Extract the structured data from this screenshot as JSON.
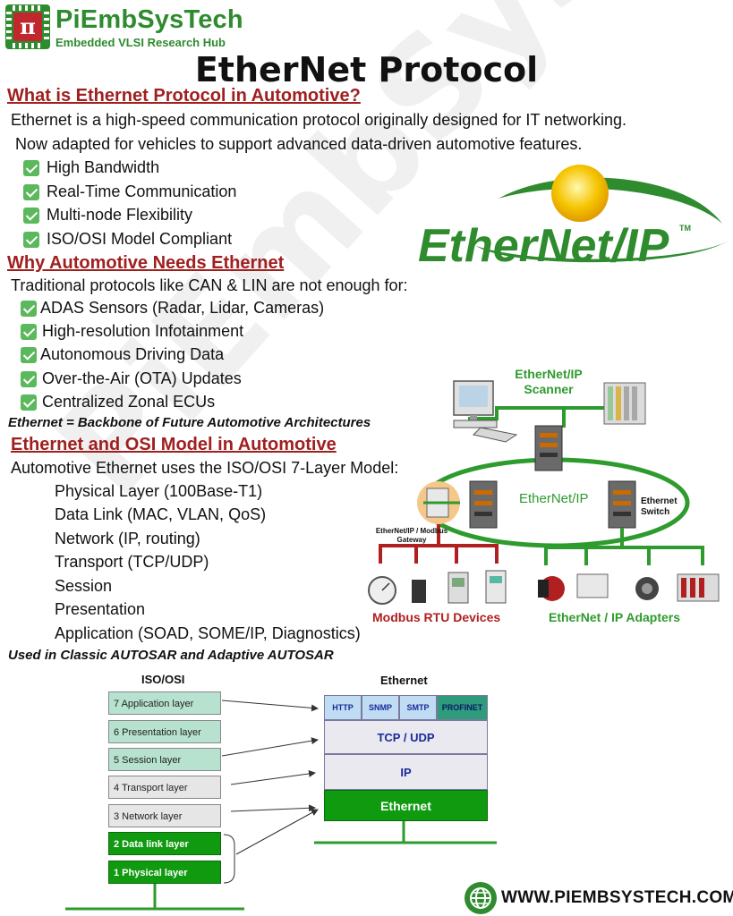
{
  "brand": {
    "name": "PiEmbSysTech",
    "tagline": "Embedded VLSI Research Hub",
    "logo_glyph": "π",
    "watermark": "PiEmbSysTech",
    "green": "#2e8b2e"
  },
  "title": "EtherNet Protocol",
  "section1": {
    "heading": "What is Ethernet Protocol in Automotive?",
    "lines": [
      "Ethernet is a high-speed communication protocol originally designed for IT networking.",
      "Now adapted for vehicles to support advanced data-driven automotive features."
    ],
    "checks": [
      "High Bandwidth",
      "Real-Time Communication",
      "Multi-node Flexibility",
      "ISO/OSI Model Compliant"
    ]
  },
  "section2": {
    "heading": "Why Automotive Needs Ethernet",
    "intro": "Traditional protocols like CAN & LIN are not enough for:",
    "checks": [
      "ADAS Sensors (Radar, Lidar, Cameras)",
      "High-resolution Infotainment",
      "Autonomous Driving Data",
      "Over-the-Air (OTA) Updates",
      "Centralized Zonal ECUs"
    ],
    "note": "Ethernet = Backbone of Future Automotive Architectures"
  },
  "section3": {
    "heading": "Ethernet and OSI Model in Automotive",
    "intro": "Automotive Ethernet uses the ISO/OSI 7-Layer Model:",
    "layers": [
      "Physical Layer (100Base-T1)",
      "Data Link (MAC, VLAN, QoS)",
      "Network (IP, routing)",
      "Transport (TCP/UDP)",
      "Session",
      "Presentation",
      "Application (SOAD, SOME/IP, Diagnostics)"
    ],
    "note": "Used in Classic AUTOSAR and Adaptive AUTOSAR"
  },
  "eip_logo": {
    "text": "EtherNet/IP",
    "tm": "TM",
    "color": "#2e8b2e"
  },
  "network": {
    "scanner": "EtherNet/IP Scanner",
    "ring": "EtherNet/IP",
    "switch": "Ethernet Switch",
    "gateway": "EtherNet/IP / Modbus Gateway",
    "modbus_devices": "Modbus RTU Devices",
    "adapters": "EtherNet / IP Adapters",
    "red": "#b02020",
    "green": "#2e9b2e"
  },
  "osi_diagram": {
    "left_header": "ISO/OSI",
    "right_header": "Ethernet",
    "osi_layers": [
      "7 Application layer",
      "6 Presentation layer",
      "5 Session layer",
      "4 Transport layer",
      "3 Network layer",
      "2 Data link layer",
      "1 Physical layer"
    ],
    "protocols": [
      "HTTP",
      "SNMP",
      "SMTP",
      "PROFINET"
    ],
    "tcp_udp": "TCP / UDP",
    "ip": "IP",
    "ethernet": "Ethernet"
  },
  "footer": {
    "url": "WWW.PIEMBSYSTECH.COM"
  }
}
